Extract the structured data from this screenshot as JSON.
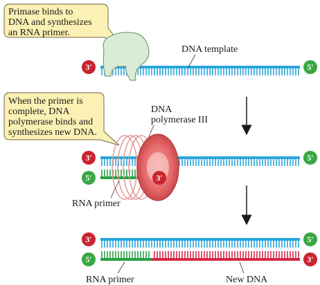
{
  "colors": {
    "template_strand": "#2aa6dc",
    "primer": "#27a244",
    "new_dna": "#d52846",
    "end_3": "#c8252f",
    "end_5": "#39a844",
    "callout_fill": "#fbf1b4",
    "callout_stroke": "#8a8060",
    "primase": "#d9ecd6",
    "polymerase": "#e96d6f"
  },
  "steps": [
    {
      "callout": [
        "Primase binds to",
        "DNA and synthesizes",
        "an RNA primer."
      ],
      "template_label": "DNA template",
      "top_strand": {
        "left_end": "3′",
        "right_end": "5′"
      }
    },
    {
      "callout": [
        "When the primer is",
        "complete, DNA",
        "polymerase binds and",
        "synthesizes new DNA."
      ],
      "enzyme_label": [
        "DNA",
        "polymerase III"
      ],
      "enzyme_end": "3′",
      "top_strand": {
        "left_end": "3′",
        "right_end": "5′"
      },
      "bottom_strand": {
        "left_end": "5′"
      },
      "primer_label": "RNA primer"
    },
    {
      "top_strand": {
        "left_end": "3′",
        "right_end": "5′"
      },
      "bottom_strand": {
        "left_end": "5′",
        "right_end": "3′"
      },
      "primer_label": "RNA primer",
      "new_dna_label": "New DNA"
    }
  ]
}
